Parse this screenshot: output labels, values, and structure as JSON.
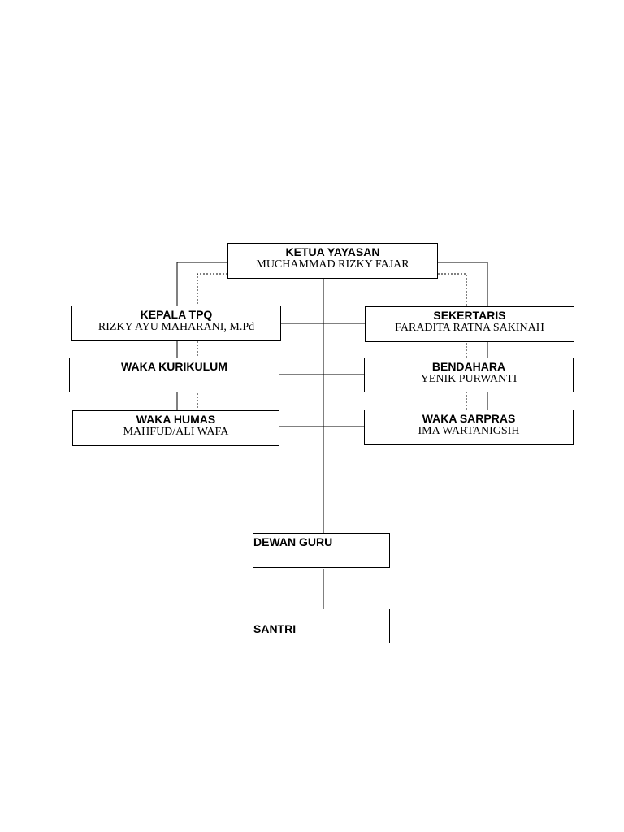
{
  "org_chart": {
    "ketua": {
      "title": "KETUA YAYASAN",
      "name": "MUCHAMMAD RIZKY FAJAR"
    },
    "kepala_tpq": {
      "title": "KEPALA TPQ",
      "name": "RIZKY AYU MAHARANI, M.Pd"
    },
    "sekertaris": {
      "title": "SEKERTARIS",
      "name": "FARADITA RATNA SAKINAH"
    },
    "waka_kurikulum": {
      "title": "WAKA KURIKULUM",
      "name": ""
    },
    "bendahara": {
      "title": "BENDAHARA",
      "name": "YENIK PURWANTI"
    },
    "waka_humas": {
      "title": "WAKA HUMAS",
      "name": "MAHFUD/ALI WAFA"
    },
    "waka_sarpras": {
      "title": "WAKA SARPRAS",
      "name": "IMA WARTANIGSIH"
    },
    "dewan_guru": {
      "title": "DEWAN GURU"
    },
    "santri": {
      "title": "SANTRI"
    }
  }
}
